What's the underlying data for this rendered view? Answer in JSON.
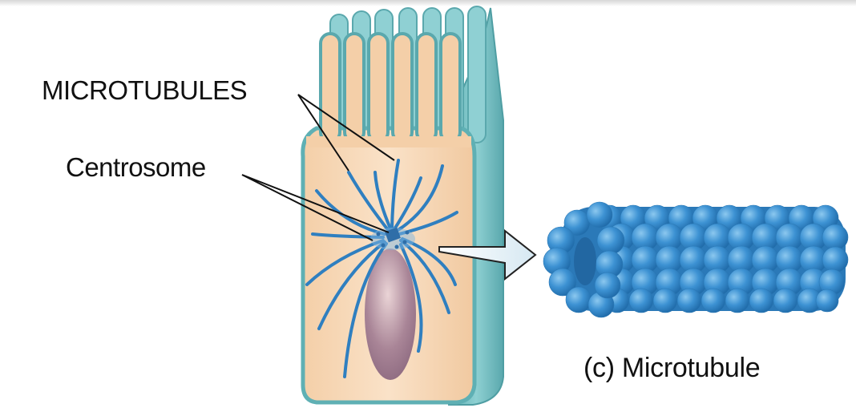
{
  "figure": {
    "labels": {
      "microtubules": "MICROTUBULES",
      "centrosome": "Centrosome",
      "caption": "(c) Microtubule"
    },
    "colors": {
      "cytoplasm": "#f6d5b2",
      "membrane": "#7cc3c8",
      "microtubule": "#2f7fc0",
      "nucleus": "#a88598",
      "tubulin": "#3d92d3",
      "leader_line": "#111111"
    },
    "icons": [
      "arrow-right-icon"
    ]
  }
}
